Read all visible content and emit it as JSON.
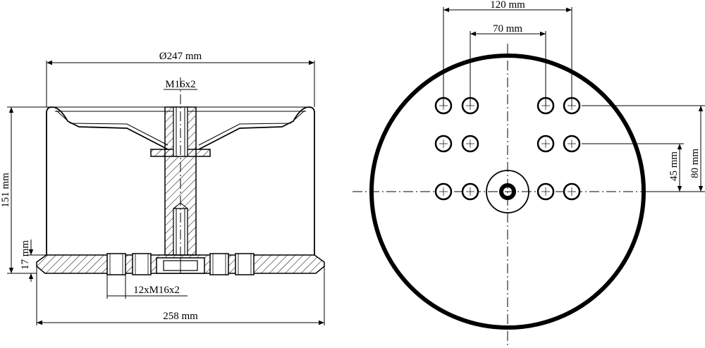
{
  "drawing": {
    "side_view": {
      "top_diameter_label": "Ø247 mm",
      "thread_center_label": "M16x2",
      "thread_bottom_label": "12xM16x2",
      "height_label": "151 mm",
      "base_height_label": "17 mm",
      "base_width_label": "258 mm"
    },
    "top_view": {
      "outer_spacing_label": "120 mm",
      "inner_spacing_label": "70 mm",
      "row_offset_upper_label": "80 mm",
      "row_offset_lower_label": "45 mm"
    }
  }
}
